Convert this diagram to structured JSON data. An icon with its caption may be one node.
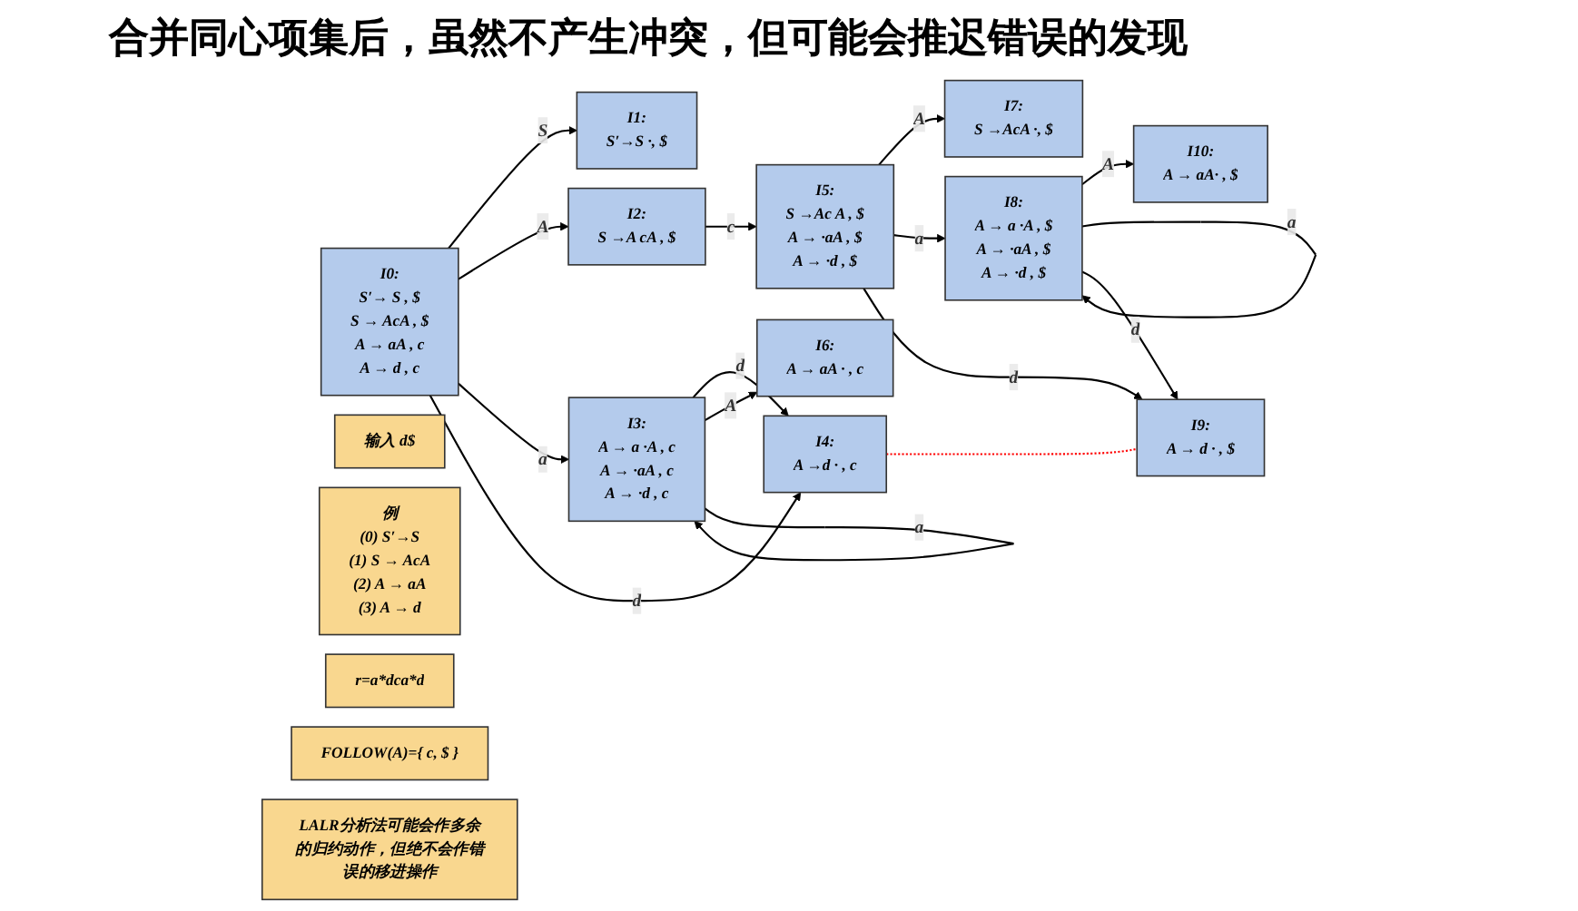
{
  "diagram": {
    "title": "合并同心项集后，虽然不产生冲突，但可能会推迟错误的发现",
    "nodes": [
      {
        "text": [
          "输入 d$"
        ]
      },
      {
        "text": [
          "例",
          "(0) S′→S",
          "(1) S → AcA",
          "(2) A → aA",
          "(3) A → d"
        ]
      },
      {
        "text": [
          "r=a*dca*d"
        ]
      },
      {
        "text": [
          "I0:",
          "S′→ S , $",
          "S → AcA , $",
          "A → aA , c",
          "A → d , c"
        ]
      },
      {
        "text": [
          "I1:",
          "S′→S ·, $"
        ]
      },
      {
        "text": [
          "I2:",
          "S →A cA , $"
        ]
      },
      {
        "text": [
          "I3:",
          "A → a ·A , c",
          "A → ·aA , c",
          "A → ·d , c"
        ]
      },
      {
        "text": [
          "I4:",
          "A →d · , c"
        ]
      },
      {
        "text": [
          "I5:",
          "S →Ac A , $",
          "A → ·aA , $",
          "A → ·d , $"
        ]
      },
      {
        "text": [
          "I6:",
          "A → aA · , c"
        ]
      },
      {
        "text": [
          "I7:",
          "S →AcA ·, $"
        ]
      },
      {
        "text": [
          "I8:",
          "A → a ·A , $",
          "A → ·aA , $",
          "A → ·d , $"
        ]
      },
      {
        "text": [
          "I9:",
          "A → d · , $"
        ]
      },
      {
        "text": [
          "I10:",
          "A → aA· , $"
        ]
      },
      {
        "text": [
          "FOLLOW(A)={ c, $ }"
        ]
      },
      {
        "text": [
          "LALR分析法可能会作多余的归约动作，但绝不会作错误的移进操作"
        ]
      }
    ],
    "edges": [
      {
        "from": 3,
        "to": 4,
        "arrow": "to",
        "label": "S"
      },
      {
        "from": 3,
        "to": 5,
        "arrow": "to",
        "label": "A"
      },
      {
        "from": 3,
        "to": 6,
        "arrow": "to",
        "label": "a"
      },
      {
        "from": 3,
        "to": 7,
        "arrow": "to",
        "label": "d"
      },
      {
        "from": 6,
        "to": 7,
        "arrow": "to",
        "label": "d"
      },
      {
        "from": 6,
        "to": 9,
        "arrow": "to",
        "label": "A"
      },
      {
        "from": 6,
        "to": 6,
        "arrow": "to",
        "label": "a"
      },
      {
        "from": 5,
        "to": 8,
        "arrow": "to",
        "label": "c"
      },
      {
        "from": 8,
        "to": 10,
        "arrow": "to",
        "label": "A"
      },
      {
        "from": 8,
        "to": 11,
        "arrow": "to",
        "label": "a"
      },
      {
        "from": 8,
        "to": 12,
        "arrow": "to",
        "label": "d"
      },
      {
        "from": 11,
        "to": 13,
        "arrow": "to",
        "label": "A"
      },
      {
        "from": 11,
        "to": 11,
        "arrow": "to",
        "label": "a"
      },
      {
        "from": 11,
        "to": 12,
        "arrow": "to",
        "label": "d"
      },
      {
        "from": 7,
        "to": 12,
        "arrow": "none",
        "style": "dashed",
        "color": "#ff0000"
      }
    ]
  }
}
